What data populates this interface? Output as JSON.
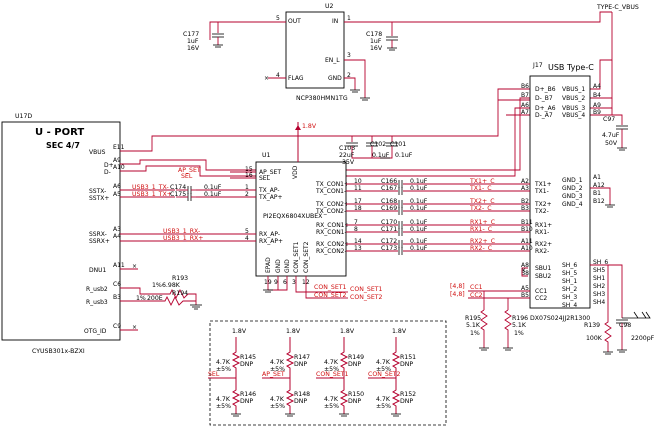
{
  "u17d": {
    "ref": "U17D",
    "title": "U - PORT",
    "sec": "SEC 4/7",
    "part": "CYUSB301x-BZXI",
    "pins": [
      {
        "name": "VBUS",
        "num": "E11"
      },
      {
        "name": "D+",
        "num": "A9"
      },
      {
        "name": "D-",
        "num": "A10"
      },
      {
        "name": "SSTX-",
        "num": "A6"
      },
      {
        "name": "SSTX+",
        "num": "A5"
      },
      {
        "name": "SSRX-",
        "num": "A3"
      },
      {
        "name": "SSRX+",
        "num": "A4"
      },
      {
        "name": "DNU1",
        "num": "A11"
      },
      {
        "name": "R_usb2",
        "num": "C6"
      },
      {
        "name": "R_usb3",
        "num": "B3"
      },
      {
        "name": "OTG_ID",
        "num": "C9"
      }
    ]
  },
  "u2": {
    "ref": "U2",
    "part": "NCP380HMN1TG",
    "pins": [
      {
        "name": "OUT",
        "num": "5"
      },
      {
        "name": "IN",
        "num": "1"
      },
      {
        "name": "EN_L",
        "num": "3"
      },
      {
        "name": "FLAG",
        "num": "4"
      },
      {
        "name": "GND",
        "num": "2"
      }
    ]
  },
  "u1": {
    "ref": "U1",
    "part": "PI2EQX6804XUBEX",
    "top_pin": "VDD",
    "left_pins": [
      {
        "name": "AP_SET",
        "num": "15"
      },
      {
        "name": "SEL",
        "num": "16"
      },
      {
        "name": "TX_AP-",
        "num": "1"
      },
      {
        "name": "TX_AP+",
        "num": "2"
      },
      {
        "name": "RX_AP-",
        "num": "5"
      },
      {
        "name": "RX_AP+",
        "num": "4"
      }
    ],
    "right_pins": [
      {
        "name": "TX_CON1+",
        "num": "10"
      },
      {
        "name": "TX_CON1-",
        "num": "11"
      },
      {
        "name": "TX_CON2+",
        "num": "17"
      },
      {
        "name": "TX_CON2-",
        "num": "18"
      },
      {
        "name": "RX_CON1+",
        "num": "7"
      },
      {
        "name": "RX_CON1-",
        "num": "8"
      },
      {
        "name": "RX_CON2+",
        "num": "14"
      },
      {
        "name": "RX_CON2-",
        "num": "13"
      }
    ],
    "bottom_pins": [
      "EPAD",
      "GND",
      "GND",
      "CON_SET1",
      "CON_SET2"
    ],
    "bottom_nums": [
      "19",
      "9",
      "6",
      "3",
      "12"
    ]
  },
  "j17": {
    "ref": "J17",
    "title": "USB Type-C",
    "part": "DX07S024JJ2R1300",
    "left_pins": [
      {
        "num": "B6",
        "name": "D+_B6"
      },
      {
        "num": "B7",
        "name": "D-_B7"
      },
      {
        "num": "A6",
        "name": "D+_A6"
      },
      {
        "num": "A7",
        "name": "D-_A7"
      },
      {
        "num": "A2",
        "name": "TX1+"
      },
      {
        "num": "A3",
        "name": "TX1-"
      },
      {
        "num": "B2",
        "name": "TX2+"
      },
      {
        "num": "B3",
        "name": "TX2-"
      },
      {
        "num": "B11",
        "name": "RX1+"
      },
      {
        "num": "B10",
        "name": "RX1-"
      },
      {
        "num": "A11",
        "name": "RX2+"
      },
      {
        "num": "A10",
        "name": "RX2-"
      },
      {
        "num": "A8",
        "name": "SBU1"
      },
      {
        "num": "B8",
        "name": "SBU2"
      },
      {
        "num": "A5",
        "name": "CC1"
      },
      {
        "num": "B5",
        "name": "CC2"
      }
    ],
    "right_pins": [
      {
        "num": "A4",
        "name": "VBUS_1"
      },
      {
        "num": "B4",
        "name": "VBUS_2"
      },
      {
        "num": "A9",
        "name": "VBUS_3"
      },
      {
        "num": "B9",
        "name": "VBUS_4"
      },
      {
        "num": "A1",
        "name": "GND_1"
      },
      {
        "num": "A12",
        "name": "GND_2"
      },
      {
        "num": "B1",
        "name": "GND_3"
      },
      {
        "num": "B12",
        "name": "GND_4"
      },
      {
        "num": "SH_6",
        "name": "SH_6"
      },
      {
        "num": "SH5",
        "name": "SH_5"
      },
      {
        "num": "SH1",
        "name": "SH_1"
      },
      {
        "num": "SH2",
        "name": "SH_2"
      },
      {
        "num": "SH3",
        "name": "SH_3"
      },
      {
        "num": "SH4",
        "name": "SH_4"
      }
    ]
  },
  "nets": {
    "vbus": "TYPE-C_VBUS",
    "v18": "1.8V",
    "ap_set": "AP_SET",
    "sel": "SEL",
    "usb3_tx_neg": "USB3_1_TX-",
    "usb3_tx_pos": "USB3_1_TX+",
    "usb3_rx_neg": "USB3_1_RX-",
    "usb3_rx_pos": "USB3_1_RX+",
    "con_set1": "CON_SET1",
    "con_set2": "CON_SET2",
    "tx1p": "TX1+_C",
    "tx1n": "TX1-_C",
    "tx2p": "TX2+_C",
    "tx2n": "TX2-_C",
    "rx1p": "RX1+_C",
    "rx1n": "RX1-_C",
    "rx2p": "RX2+_C",
    "rx2n": "RX2-_C",
    "cc1": "CC1",
    "cc2": "CC2",
    "sheet_ref": "[4,8]"
  },
  "caps": {
    "c177": {
      "ref": "C177",
      "val": "1uF",
      "v": "16V"
    },
    "c178": {
      "ref": "C178",
      "val": "1uF",
      "v": "16V"
    },
    "c97": {
      "ref": "C97",
      "val": "4.7uF",
      "v": "50V"
    },
    "c103": {
      "ref": "C103",
      "val": "22uF",
      "v": "35V"
    },
    "c102": {
      "ref": "C102",
      "val": "0.1uF"
    },
    "c101": {
      "ref": "C101",
      "val": "0.1uF"
    },
    "c174": {
      "ref": "C174",
      "val": "0.1uF"
    },
    "c175": {
      "ref": "C175",
      "val": "0.1uF"
    },
    "c98": {
      "ref": "C98",
      "val": "2200pF"
    },
    "right_caps": [
      {
        "ref": "C166",
        "val": "0.1uF"
      },
      {
        "ref": "C167",
        "val": "0.1uF"
      },
      {
        "ref": "C168",
        "val": "0.1uF"
      },
      {
        "ref": "C169",
        "val": "0.1uF"
      },
      {
        "ref": "C170",
        "val": "0.1uF"
      },
      {
        "ref": "C171",
        "val": "0.1uF"
      },
      {
        "ref": "C172",
        "val": "0.1uF"
      },
      {
        "ref": "C173",
        "val": "0.1uF"
      }
    ]
  },
  "res": {
    "r193": {
      "ref": "R193",
      "tol": "1%",
      "val": "6.98K"
    },
    "r194": {
      "ref": "R194",
      "tol": "1%",
      "val": "200E"
    },
    "r195": {
      "ref": "R195",
      "val": "5.1K",
      "tol": "1%"
    },
    "r196": {
      "ref": "R196",
      "val": "5.1K",
      "tol": "1%"
    },
    "r139": {
      "ref": "R139",
      "val": "100K"
    },
    "straps": [
      {
        "top": "R145",
        "top_note": "DNP",
        "bot": "R146",
        "bot_note": "DNP",
        "net": "SEL"
      },
      {
        "top": "R147",
        "top_note": "DNP",
        "bot": "R148",
        "bot_note": "DNP",
        "net": "AP_SET"
      },
      {
        "top": "R149",
        "top_note": "DNP",
        "bot": "R150",
        "bot_note": "DNP",
        "net": "CON_SET1"
      },
      {
        "top": "R151",
        "top_note": "DNP",
        "bot": "R152",
        "bot_note": "DNP",
        "net": "CON_SET2"
      }
    ],
    "strap_val": "4.7K",
    "strap_tol": "±5%"
  }
}
